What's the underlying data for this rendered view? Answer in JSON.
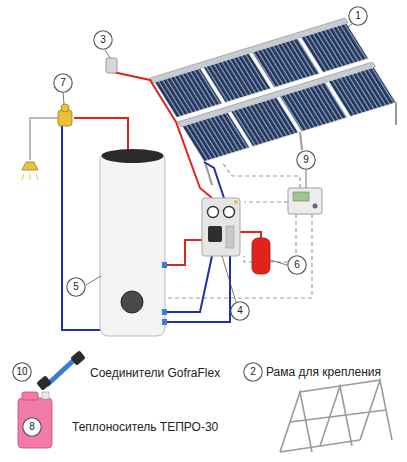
{
  "diagram": {
    "nodes": [
      {
        "text": [
          "1"
        ]
      },
      {
        "text": [
          "3"
        ]
      },
      {
        "text": [
          "7"
        ]
      },
      {
        "text": [
          "9"
        ]
      },
      {
        "text": [
          "6"
        ]
      },
      {
        "text": [
          "5"
        ]
      },
      {
        "text": [
          "4"
        ]
      },
      {
        "text": [
          "10"
        ]
      },
      {
        "text": [
          "2"
        ]
      },
      {
        "text": [
          "8"
        ]
      }
    ],
    "labels": [
      "Соединители GofraFlex",
      "Рама для крепления",
      "Теплоноситель ТЕПРО-30"
    ]
  }
}
